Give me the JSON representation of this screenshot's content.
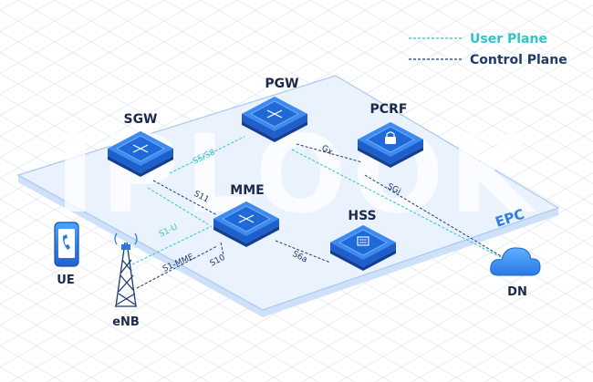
{
  "legend": {
    "user_plane": "User Plane",
    "control_plane": "Control Plane",
    "user_color": "#2ec4c8",
    "control_color": "#1e3a6e"
  },
  "watermark": "IPLOOK",
  "epc_label": "EPC",
  "nodes": {
    "sgw": "SGW",
    "pgw": "PGW",
    "pcrf": "PCRF",
    "mme": "MME",
    "hss": "HSS",
    "ue": "UE",
    "enb": "eNB",
    "dn": "DN"
  },
  "interfaces": {
    "s5s8": "S5/S8",
    "gx": "Gx",
    "sgi": "SGi",
    "s11": "S11",
    "s1u": "S1-U",
    "s1mme": "S1-MME",
    "s10": "S10",
    "s6a": "S6a"
  },
  "colors": {
    "plane_fill": "#eaf2fd",
    "plane_edge": "#a9c9f1",
    "box_top": "#3d8bf0",
    "box_side": "#1f5fc9",
    "box_dark": "#123f92",
    "accent": "#3b88e8"
  }
}
